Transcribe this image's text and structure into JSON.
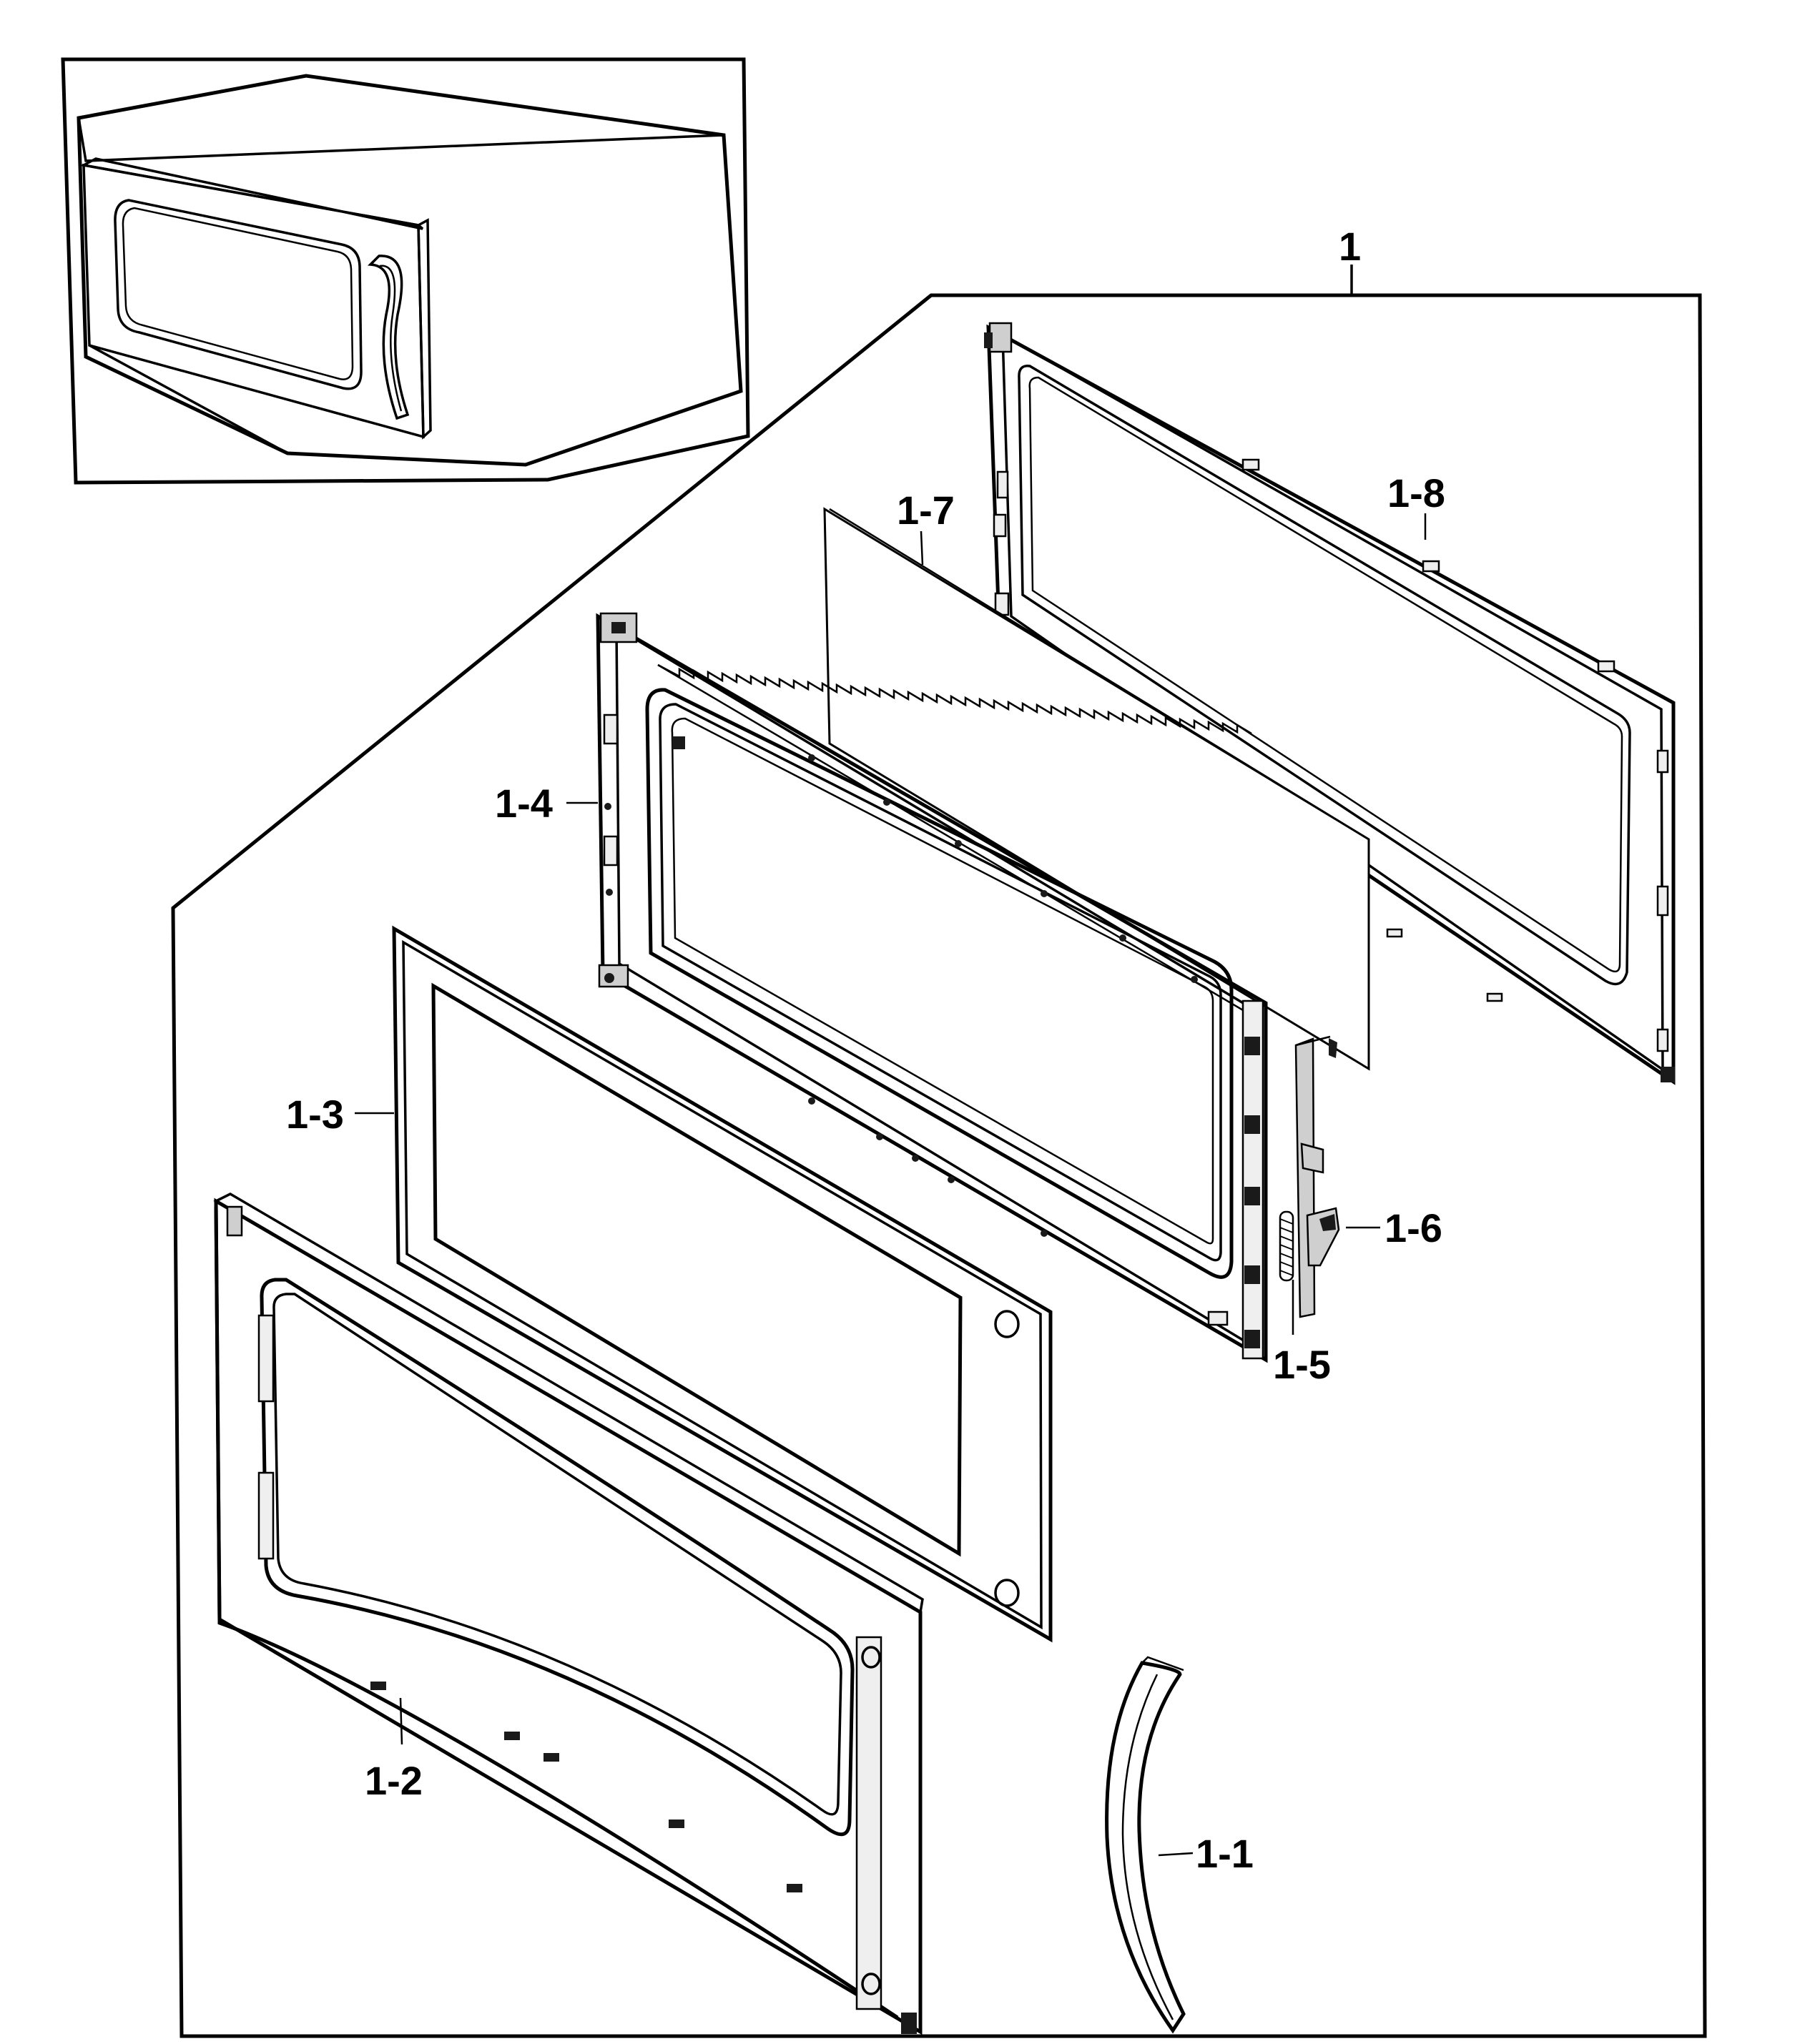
{
  "callouts": {
    "assembly": "1",
    "handle": "1-1",
    "door_frame": "1-2",
    "choke_cover": "1-3",
    "door_inner": "1-4",
    "spring": "1-5",
    "latch_hook": "1-6",
    "glass_sheet": "1-7",
    "door_back": "1-8"
  }
}
